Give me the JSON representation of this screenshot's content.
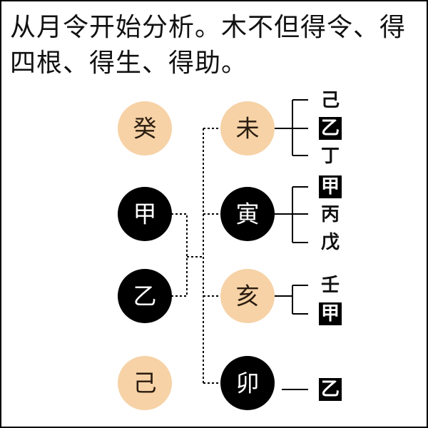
{
  "caption": {
    "line1": "从月令开始分析。木不但得令、得",
    "line2": "四根、得生、得助。"
  },
  "colors": {
    "earth_fill": "#f6d2a6",
    "wood_fill": "#000000",
    "earth_text": "#2a1c10",
    "wood_text": "#ffffff",
    "line": "#000000",
    "highlight_bg": "#000000",
    "highlight_text": "#ffffff"
  },
  "stems": [
    {
      "char": "癸",
      "style": "earth"
    },
    {
      "char": "甲",
      "style": "wood"
    },
    {
      "char": "乙",
      "style": "wood"
    },
    {
      "char": "己",
      "style": "earth"
    }
  ],
  "branches": [
    {
      "char": "未",
      "style": "earth",
      "hidden": [
        {
          "char": "己",
          "highlight": false
        },
        {
          "char": "乙",
          "highlight": true
        },
        {
          "char": "丁",
          "highlight": false
        }
      ]
    },
    {
      "char": "寅",
      "style": "wood",
      "hidden": [
        {
          "char": "甲",
          "highlight": true
        },
        {
          "char": "丙",
          "highlight": false
        },
        {
          "char": "戊",
          "highlight": false
        }
      ]
    },
    {
      "char": "亥",
      "style": "earth",
      "hidden": [
        {
          "char": "壬",
          "highlight": false
        },
        {
          "char": "甲",
          "highlight": true
        }
      ]
    },
    {
      "char": "卯",
      "style": "wood",
      "hidden": [
        {
          "char": "乙",
          "highlight": true
        }
      ]
    }
  ]
}
